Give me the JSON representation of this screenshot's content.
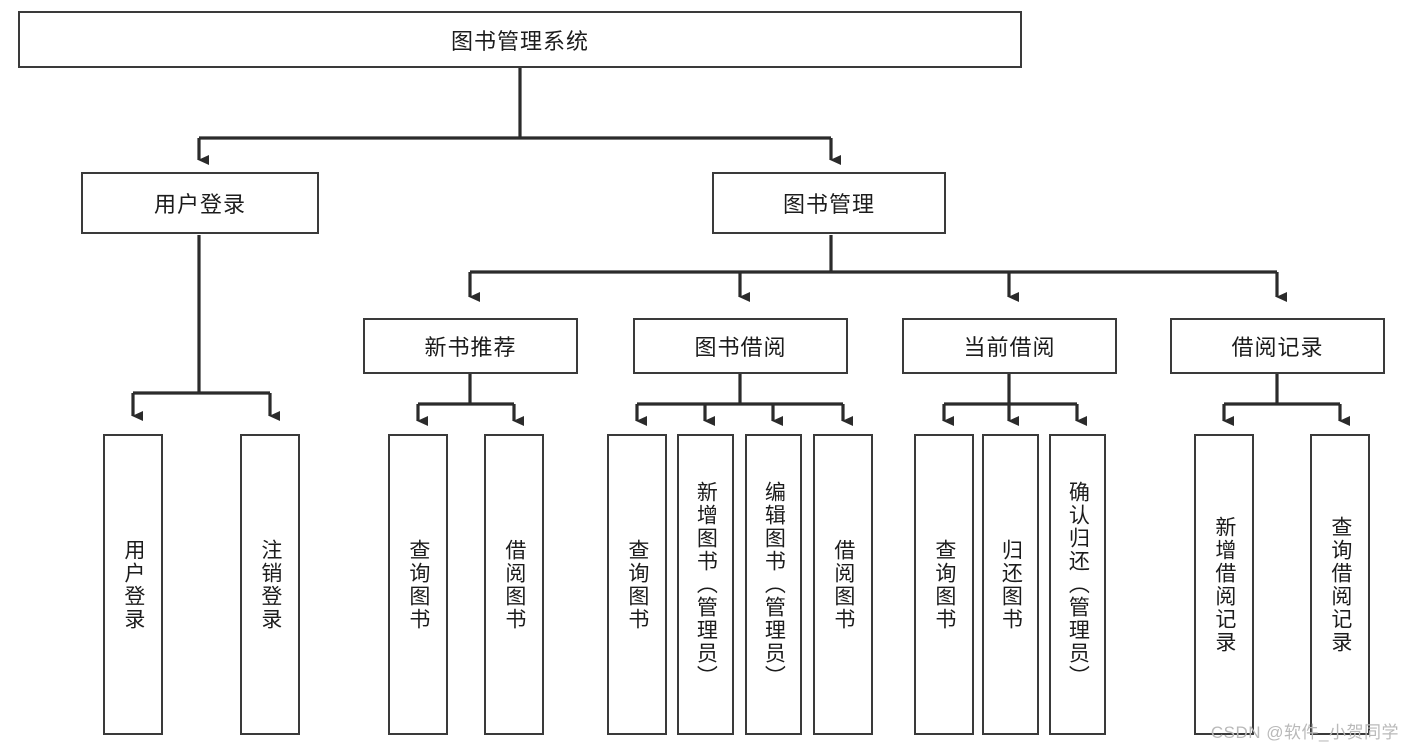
{
  "diagram": {
    "title": "图书管理系统",
    "type": "hierarchy-tree",
    "root": {
      "label": "图书管理系统"
    },
    "level1": [
      {
        "label": "用户登录"
      },
      {
        "label": "图书管理"
      }
    ],
    "level2": [
      {
        "label": "新书推荐"
      },
      {
        "label": "图书借阅"
      },
      {
        "label": "当前借阅"
      },
      {
        "label": "借阅记录"
      }
    ],
    "leaves": {
      "user_login": [
        {
          "label": "用户登录"
        },
        {
          "label": "注销登录"
        }
      ],
      "new_book_recommend": [
        {
          "label": "查询图书"
        },
        {
          "label": "借阅图书"
        }
      ],
      "book_borrow": [
        {
          "label": "查询图书"
        },
        {
          "label": "新增图书（管理员）"
        },
        {
          "label": "编辑图书（管理员）"
        },
        {
          "label": "借阅图书"
        }
      ],
      "current_borrow": [
        {
          "label": "查询图书"
        },
        {
          "label": "归还图书"
        },
        {
          "label": "确认归还（管理员）"
        }
      ],
      "borrow_record": [
        {
          "label": "新增借阅记录"
        },
        {
          "label": "查询借阅记录"
        }
      ]
    }
  },
  "watermark": {
    "text": "CSDN @软件_小贺同学"
  },
  "colors": {
    "stroke": "#3a3a3a",
    "fill": "#ffffff",
    "text": "#1c1c1c",
    "watermark": "#b9b9b9"
  }
}
